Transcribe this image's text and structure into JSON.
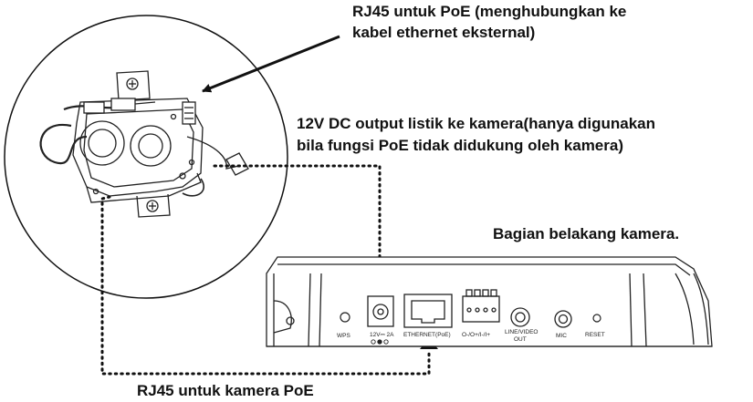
{
  "labels": {
    "rj45_poe_top_line1": "RJ45 untuk PoE (menghubungkan ke",
    "rj45_poe_top_line2": "kabel ethernet eksternal)",
    "dc_output_line1": "12V DC output listik ke kamera(hanya digunakan",
    "dc_output_line2": "bila fungsi PoE tidak didukung oleh kamera)",
    "back_of_camera": "Bagian belakang kamera.",
    "rj45_camera": "RJ45 untuk kamera PoE"
  },
  "panel": {
    "wps": "WPS",
    "power": "12V⎓ 2A",
    "ethernet": "ETHERNET(PoE)",
    "io": "O-/O+/I-/I+",
    "line_video_1": "LINE/VIDEO",
    "line_video_2": "OUT",
    "mic": "MIC",
    "reset": "RESET"
  },
  "colors": {
    "line": "#111111",
    "background": "#ffffff"
  }
}
